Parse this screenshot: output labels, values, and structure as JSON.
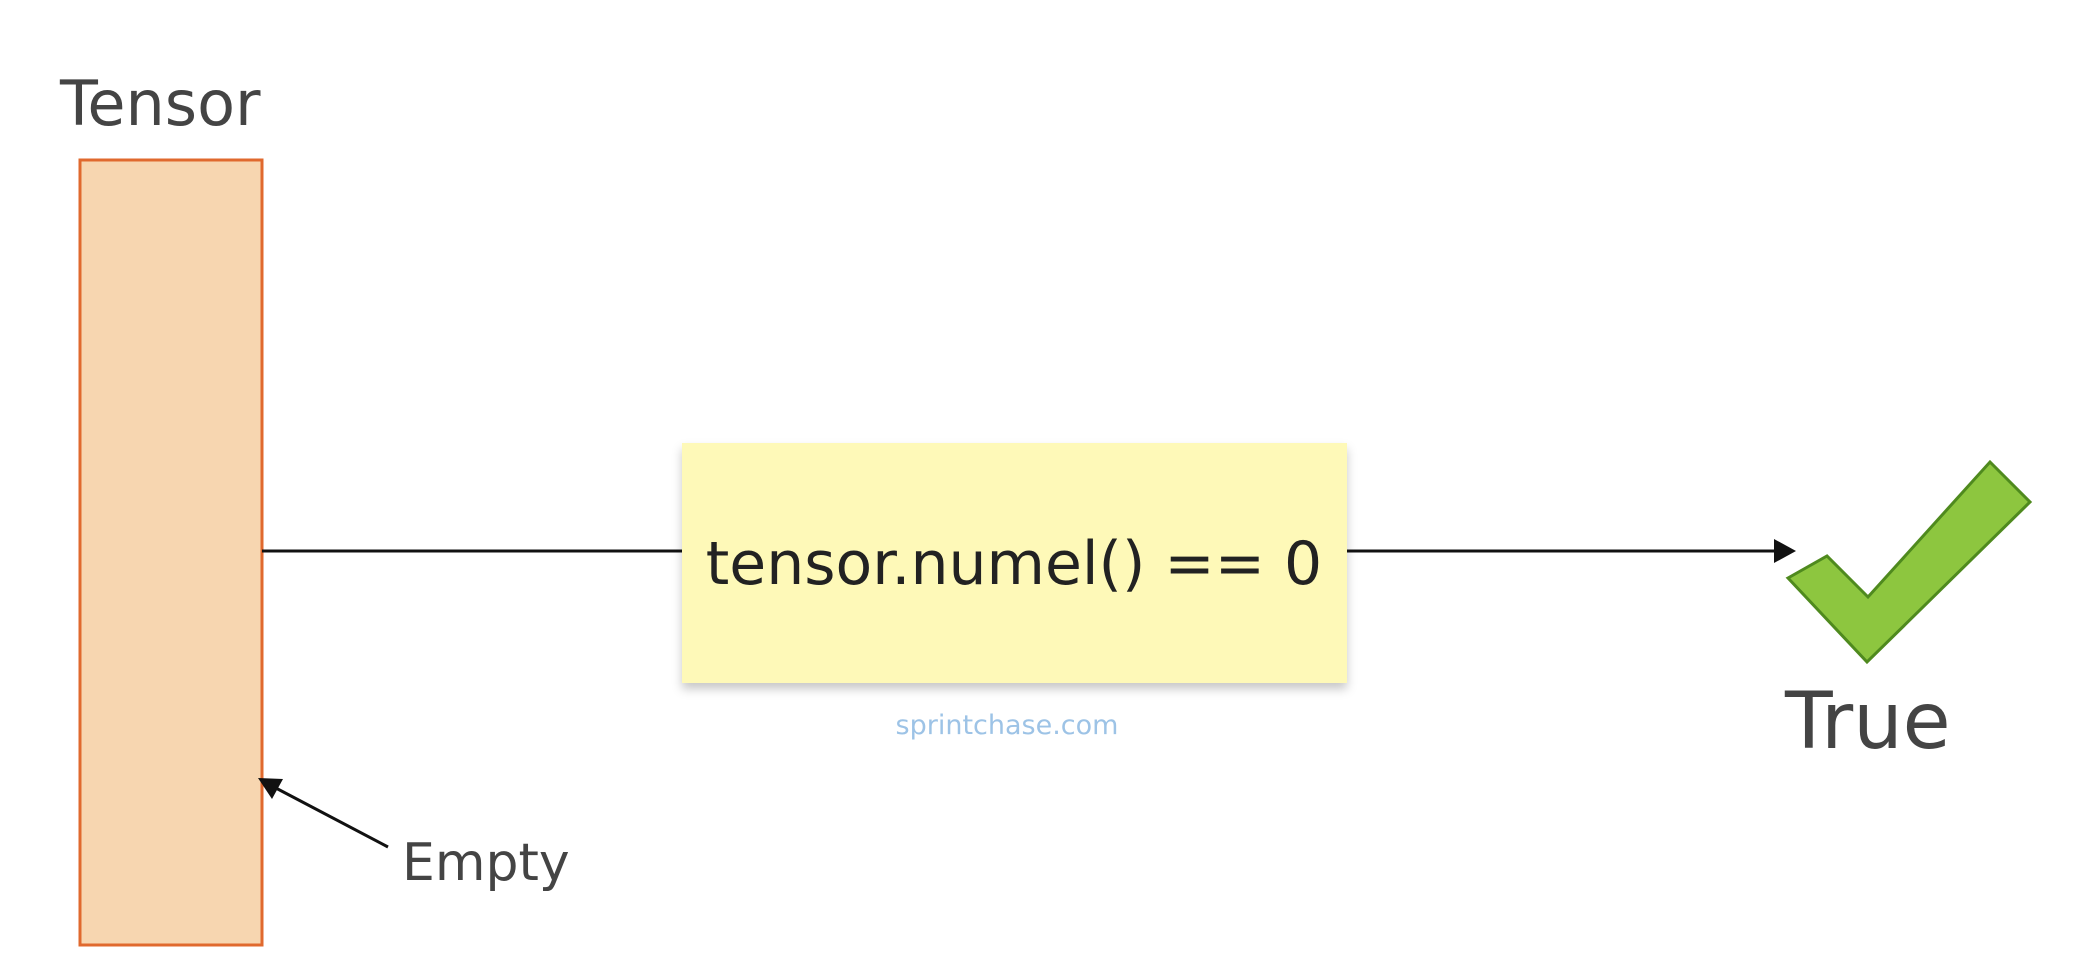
{
  "tensor_label": "Tensor",
  "empty_label": "Empty",
  "condition_text": "tensor.numel() == 0",
  "watermark": "sprintchase.com",
  "result_label": "True",
  "icons": {
    "check": "checkmark-icon",
    "arrow_head": "arrowhead-icon"
  },
  "colors": {
    "tensor_fill": "#f7d6b0",
    "tensor_stroke": "#e0692e",
    "note_fill": "#fef9b8",
    "check_fill": "#8dc63f",
    "check_stroke": "#4f8a1e",
    "line": "#111111",
    "label": "#444444",
    "watermark": "#9dc3e6"
  }
}
